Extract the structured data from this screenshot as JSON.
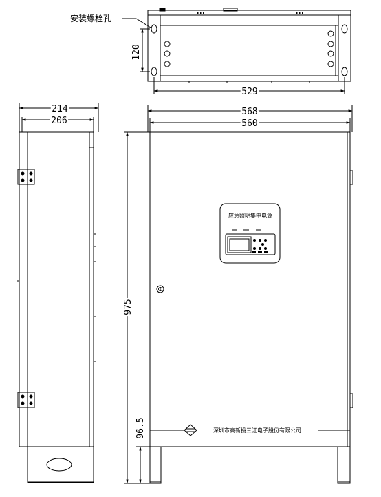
{
  "callouts": {
    "bolt_hole": "安装螺栓孔"
  },
  "dimensions": {
    "top_hole_spacing": "120",
    "top_width": "529",
    "side_outer_depth": "214",
    "side_inner_depth": "206",
    "front_outer_width": "568",
    "front_inner_width": "560",
    "front_height": "975",
    "base_height": "96.5"
  },
  "panel": {
    "title": "应急照明集中电源"
  },
  "company": {
    "name": "深圳市高新投三江电子股份有限公司"
  }
}
